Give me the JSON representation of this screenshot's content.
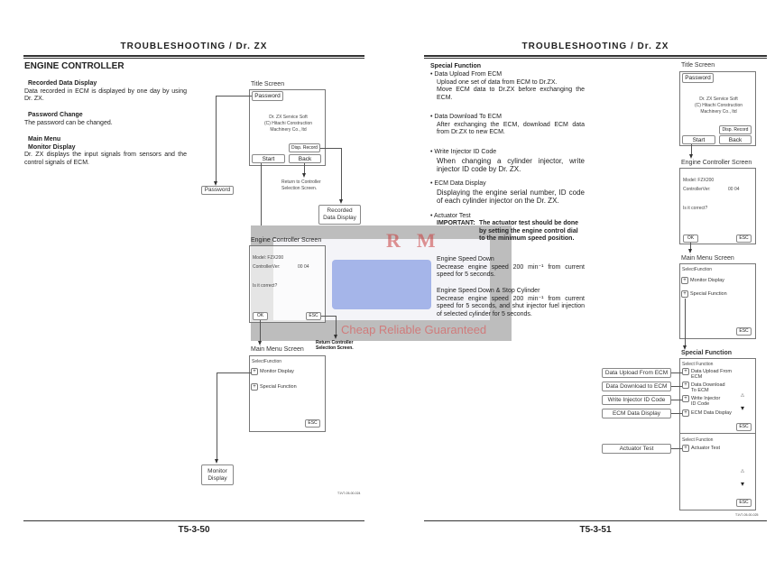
{
  "left": {
    "header": "TROUBLESHOOTING / Dr. ZX",
    "title": "ENGINE CONTROLLER",
    "sections": [
      {
        "heading": "Recorded Data Display",
        "body": "Data recorded in ECM is displayed by one day by using Dr. ZX."
      },
      {
        "heading": "Password Change",
        "body": "The password can be changed."
      },
      {
        "heading": "Main Menu",
        "subheading": "Monitor Display",
        "body": "Dr. ZX displays the input signals from sensors and the control signals of ECM."
      }
    ],
    "diagram": {
      "title_screen": {
        "label": "Title Screen",
        "password": "Password",
        "credit1": "Dr. ZX Service Soft",
        "credit2": "(C) Hitachi Construction",
        "credit3": "Machinery Co., ltd",
        "disp_record": "Disp. Record",
        "start": "Start",
        "back": "Back"
      },
      "password_box": "Password",
      "return_note1": "Return to Controller",
      "return_note2": "Selection Screen.",
      "recorded1": "Recorded",
      "recorded2": "Data Display",
      "engine_screen": {
        "label": "Engine Controller Screen",
        "model": "Model:",
        "model_val": "FZX200",
        "ver": "ControllerVer:",
        "ver_val": "00 04",
        "question": "Is it correct?",
        "ok": "OK",
        "esc": "ESC"
      },
      "return2_1": "Return Controller",
      "return2_2": "Selection Screen.",
      "main_menu": {
        "label": "Main Menu Screen",
        "select": "SelectFunction",
        "monitor": "Monitor Display",
        "special": "Special Function",
        "esc": "ESC",
        "plus": "+"
      },
      "monitor1": "Monitor",
      "monitor2": "Display",
      "fig_id": "T1V7-05-00-024"
    },
    "page": "T5-3-50"
  },
  "right": {
    "header": "TROUBLESHOOTING / Dr. ZX",
    "title": "Special Function",
    "items": [
      {
        "heading": "Data Upload From ECM",
        "body1": "Upload one set of data from ECM to Dr.ZX.",
        "body2": "Move ECM data to Dr.ZX before exchanging the ECM."
      },
      {
        "heading": "Data Download To ECM",
        "body1": "After exchanging the ECM, download ECM data from Dr.ZX to new ECM."
      },
      {
        "heading": "Write Injector ID Code",
        "body1": "When changing a cylinder injector, write injector ID code by Dr. ZX."
      },
      {
        "heading": "ECM Data Display",
        "body1": "Displaying the engine serial number, ID code of each cylinder injector on the Dr. ZX."
      },
      {
        "heading": "Actuator Test"
      }
    ],
    "important_label": "IMPORTANT:",
    "important_text": "The actuator test should be done by setting the engine control dial to the minimum speed position.",
    "speed_down": {
      "heading": "Engine Speed Down",
      "body": "Decrease engine speed 200 min⁻¹ from current speed for 5 seconds."
    },
    "speed_down_stop": {
      "heading": "Engine Speed Down & Stop Cylinder",
      "body": "Decrease engine speed 200 min⁻¹ from current speed for 5 seconds, and shut injector fuel injection of selected cylinder for 5 seconds."
    },
    "diagram": {
      "title_screen": {
        "label": "Title Screen",
        "password": "Password",
        "credit1": "Dr. ZX Service Soft",
        "credit2": "(C) Hitachi Construction",
        "credit3": "Machinery Co., ltd",
        "disp_record": "Disp. Record",
        "start": "Start",
        "back": "Back"
      },
      "engine_screen": {
        "label": "Engine Controller Screen",
        "model": "Model:",
        "model_val": "FZX200",
        "ver": "ControllerVer:",
        "ver_val": "00 04",
        "question": "Is it correct?",
        "ok": "OK",
        "esc": "ESC"
      },
      "main_menu": {
        "label": "Main Menu Screen",
        "select": "SelectFunction",
        "monitor": "Monitor Display",
        "special": "Special Function",
        "esc": "ESC"
      },
      "special": {
        "label": "Special Function",
        "select": "Select Function",
        "f1a": "Data Upload From",
        "f1b": "ECM",
        "f2a": "Data Download",
        "f2b": "To ECM",
        "f3a": "Write Injector",
        "f3b": "ID Code",
        "f4": "ECM Data Display",
        "f5": "Actuator Test",
        "esc": "ESC",
        "up": "▵",
        "down": "▾"
      },
      "callouts": [
        "Data Upload From ECM",
        "Data Download to ECM",
        "Write Injector ID Code",
        "ECM Data Display",
        "Actuator Test"
      ],
      "fig_id": "T1V7-05-00-025"
    },
    "page": "T5-3-51"
  },
  "watermark": {
    "brand": "RM",
    "tagline": "Cheap Reliable Guaranteed"
  }
}
